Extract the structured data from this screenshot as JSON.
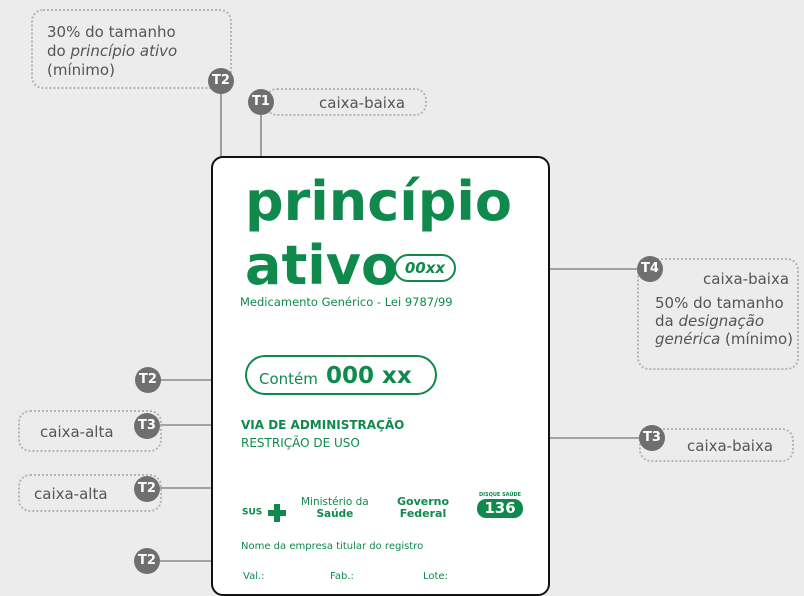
{
  "colors": {
    "green": "#0f8a4c",
    "gray_badge": "#6f6f6f",
    "arrow": "#8a8a8a",
    "background": "#ececec"
  },
  "notes": {
    "top_left": {
      "line1": "30% do tamanho",
      "line2_pre": "do ",
      "line2_em": "princípio ativo",
      "line3": "(mínimo)"
    },
    "t1_label": "caixa-baixa",
    "t4_label": "caixa-baixa",
    "t4_desc": {
      "line1": "50% do tamanho",
      "line2_pre": "da ",
      "line2_em": "designação",
      "line3_em": "genérica",
      "line3_post": " (mínimo)"
    },
    "t3_left_label": "caixa-alta",
    "t2_left_label": "caixa-alta",
    "t3_right_label": "caixa-baixa"
  },
  "badges": {
    "t1": "T1",
    "t2": "T2",
    "t3": "T3",
    "t4": "T4"
  },
  "package": {
    "title_line1": "princípio",
    "title_line2": "ativo",
    "dosage": "00xx",
    "generic": "Medicamento Genérico - Lei 9787/99",
    "contains_label": "Contém",
    "contains_value": "000 xx",
    "route": "VIA DE ADMINISTRAÇÃO",
    "restriction": "RESTRIÇÃO DE USO",
    "logos": {
      "sus": "SUS",
      "ministerio_line1": "Ministério da",
      "ministerio_line2": "Saúde",
      "governo_line1": "Governo",
      "governo_line2": "Federal",
      "disque_top": "DISQUE SAÚDE",
      "disque_num": "136"
    },
    "company": "Nome da empresa titular do registro",
    "val": "Val.:",
    "fab": "Fab.:",
    "lote": "Lote:"
  }
}
